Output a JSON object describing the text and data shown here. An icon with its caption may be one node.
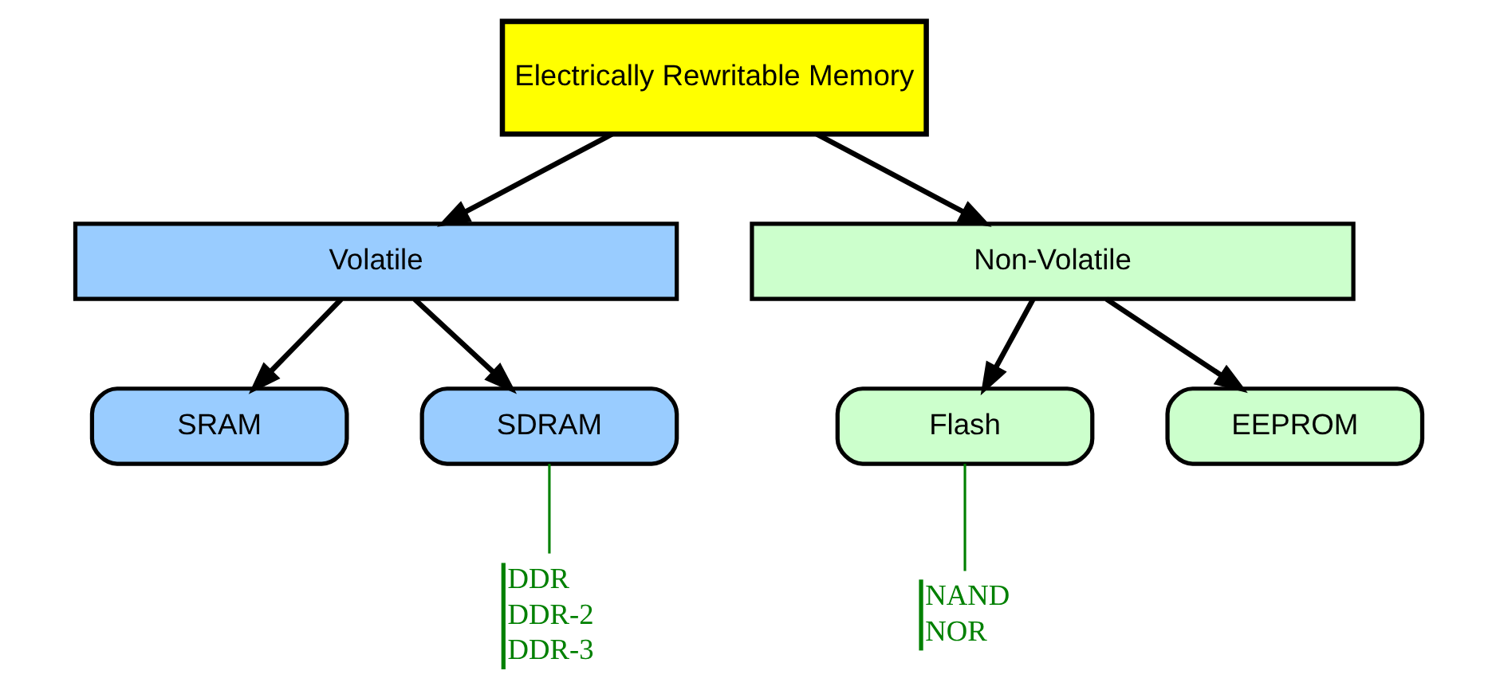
{
  "diagram": {
    "nodes": [
      {
        "text": [
          "Electrically Rewritable Memory"
        ]
      },
      {
        "text": [
          "Volatile"
        ]
      },
      {
        "text": [
          "Non-Volatile"
        ]
      },
      {
        "text": [
          "SRAM"
        ]
      },
      {
        "text": [
          "SDRAM"
        ]
      },
      {
        "text": [
          "Flash"
        ]
      },
      {
        "text": [
          "EEPROM"
        ]
      },
      {
        "text": [
          "DDR",
          "DDR-2",
          "DDR-3"
        ]
      },
      {
        "text": [
          "NAND",
          "NOR"
        ]
      }
    ],
    "edges": [
      {
        "from": 0,
        "to": 1,
        "arrow": "to"
      },
      {
        "from": 0,
        "to": 2,
        "arrow": "to"
      },
      {
        "from": 1,
        "to": 3,
        "arrow": "to"
      },
      {
        "from": 1,
        "to": 4,
        "arrow": "to"
      },
      {
        "from": 2,
        "to": 5,
        "arrow": "to"
      },
      {
        "from": 2,
        "to": 6,
        "arrow": "to"
      },
      {
        "from": 4,
        "to": 7,
        "arrow": "none",
        "color": "#008000"
      },
      {
        "from": 5,
        "to": 8,
        "arrow": "none",
        "color": "#008000"
      }
    ]
  }
}
